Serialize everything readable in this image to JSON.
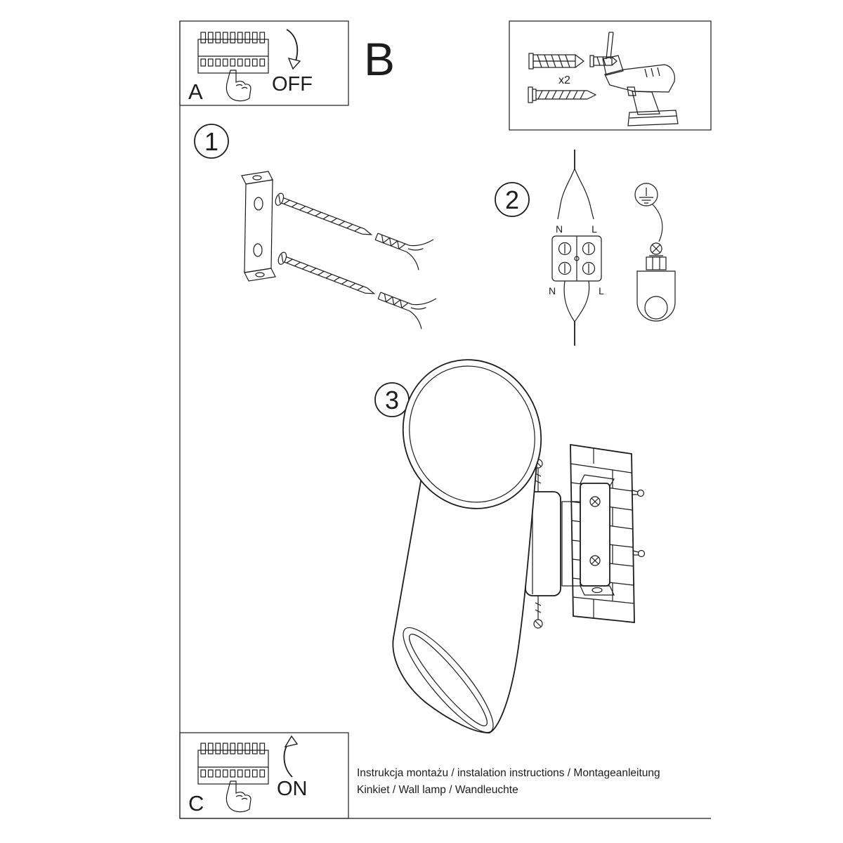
{
  "colors": {
    "ink": "#1c1c1c",
    "background": "#ffffff"
  },
  "panel_a": {
    "label": "A",
    "action": "OFF"
  },
  "panel_b": {
    "label": "B",
    "quantity": "x2"
  },
  "panel_c": {
    "label": "C",
    "action": "ON"
  },
  "step_1": {
    "number": "1"
  },
  "step_2": {
    "number": "2",
    "wire_top_n": "N",
    "wire_top_l": "L",
    "wire_bottom_n": "N",
    "wire_bottom_l": "L"
  },
  "step_3": {
    "number": "3"
  },
  "footer": {
    "line1": "Instrukcja montażu / instalation instructions / Montageanleitung",
    "line2": "Kinkiet / Wall lamp / Wandleuchte"
  }
}
